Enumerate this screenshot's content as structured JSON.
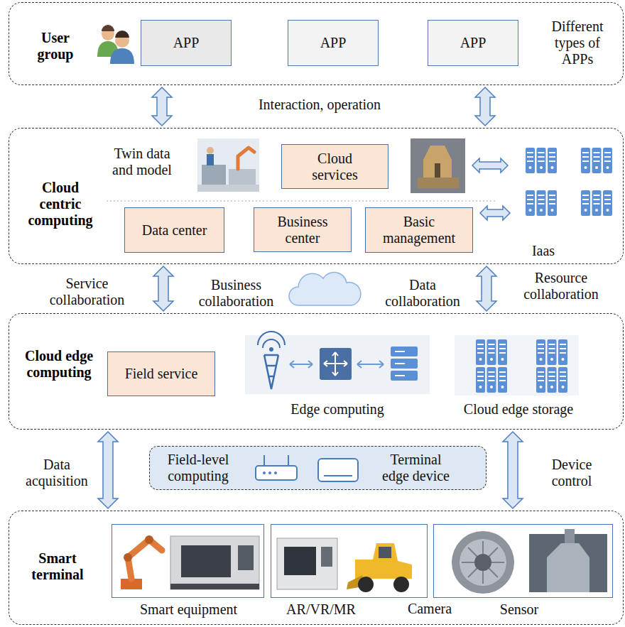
{
  "diagram": {
    "nodes": [
      {
        "text": [
          "User group"
        ]
      },
      {
        "text": [
          "APP"
        ],
        "in": 0
      },
      {
        "text": [
          "APP"
        ],
        "in": 0
      },
      {
        "text": [
          "APP"
        ],
        "in": 0
      },
      {
        "text": [
          "Cloud centric computing"
        ]
      },
      {
        "text": [
          "Cloud services"
        ],
        "in": 4
      },
      {
        "text": [
          "Data center"
        ],
        "in": 4
      },
      {
        "text": [
          "Business center"
        ],
        "in": 4
      },
      {
        "text": [
          "Basic management"
        ],
        "in": 4
      },
      {
        "text": [
          "Cloud edge computing"
        ]
      },
      {
        "text": [
          "Field service"
        ],
        "in": 9
      },
      {
        "text": [
          "Field-level computing",
          "Terminal edge device"
        ]
      },
      {
        "text": [
          "Smart terminal"
        ]
      },
      {
        "text": [
          "Smart equipment"
        ],
        "in": 12
      },
      {
        "text": [
          "AR/VR/MR"
        ],
        "in": 12
      },
      {
        "text": [
          "Sensor"
        ],
        "in": 12
      }
    ],
    "edges": [
      {
        "from": 0,
        "to": 4,
        "arrow": "both"
      },
      {
        "from": 0,
        "to": 4,
        "arrow": "both"
      },
      {
        "from": 4,
        "to": 9,
        "arrow": "both"
      },
      {
        "from": 4,
        "to": 9,
        "arrow": "both"
      },
      {
        "from": 9,
        "to": 12,
        "arrow": "both"
      },
      {
        "from": 9,
        "to": 12,
        "arrow": "both"
      }
    ],
    "labels": [
      "Different types of APPs",
      "Interaction, operation",
      "Twin data and model",
      "Iaas",
      "Service collaboration",
      "Business collaboration",
      "Data collaboration",
      "Resource collaboration",
      "Edge computing",
      "Cloud edge storage",
      "Data acquisition",
      "Device control",
      "Camera"
    ]
  }
}
